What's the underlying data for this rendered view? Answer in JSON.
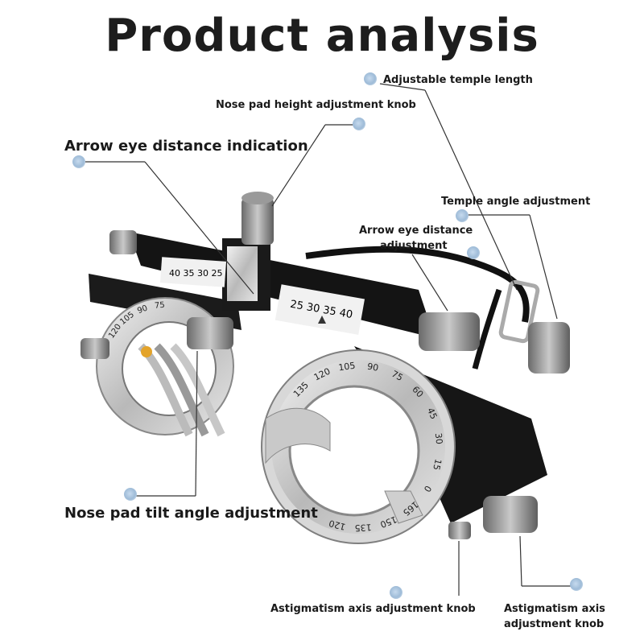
{
  "title": "Product analysis",
  "labels": {
    "temple_length": "Adjustable temple length",
    "nose_pad_height": "Nose pad height adjustment knob",
    "arrow_indication": "Arrow eye distance indication",
    "temple_angle": "Temple angle adjustment",
    "arrow_adjust_1": "Arrow eye distance",
    "arrow_adjust_2": "adjustment",
    "nose_tilt": "Nose pad tilt angle adjustment",
    "astig_knob_left": "Astigmatism axis adjustment knob",
    "astig_right_1": "Astigmatism axis",
    "astig_right_2": "adjustment knob"
  },
  "scale_text": {
    "pd_left": "40 35 30 25",
    "pd_right": "25 30 35 40",
    "axis_left": [
      "120",
      "105",
      "90",
      "75"
    ],
    "axis_right": [
      "135",
      "120",
      "105",
      "90",
      "75",
      "60",
      "45",
      "30",
      "15",
      "0",
      "165",
      "150",
      "135",
      "120"
    ]
  }
}
